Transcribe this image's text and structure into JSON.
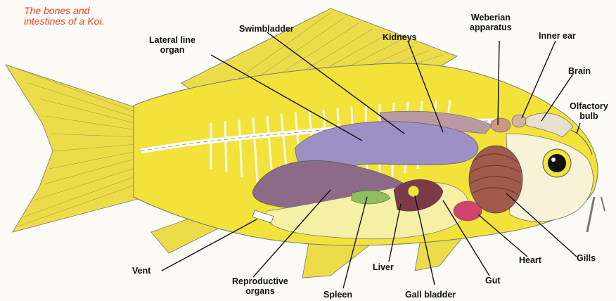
{
  "caption": "The bones and\nintestines of a Koi.",
  "labels": {
    "lateral_line": "Lateral line\norgan",
    "swimbladder": "Swimbladder",
    "kidneys": "Kidneys",
    "weberian": "Weberian\napparatus",
    "inner_ear": "Inner ear",
    "brain": "Brain",
    "olfactory": "Olfactory\nbulb",
    "vent": "Vent",
    "reproductive": "Reproductive\norgans",
    "spleen": "Spleen",
    "liver": "Liver",
    "gall_bladder": "Gall bladder",
    "gut": "Gut",
    "heart": "Heart",
    "gills": "Gills"
  },
  "colors": {
    "body": "#f2e23a",
    "fin": "#ecdc4a",
    "swimbladder": "#9c90c4",
    "reproductive": "#8d6a88",
    "kidney": "#b99aa2",
    "gut": "#f6efa6",
    "spleen": "#8fbf5c",
    "liver": "#7a3a4a",
    "heart": "#d1446e",
    "gills": "#a25a4f",
    "caption": "#e8452a"
  }
}
